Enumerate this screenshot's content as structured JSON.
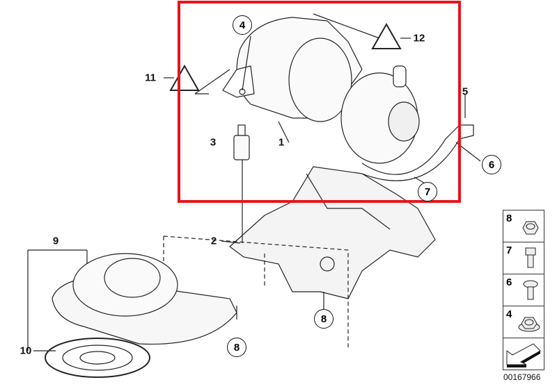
{
  "diagram": {
    "callouts": {
      "c1": "1",
      "c2": "2",
      "c3": "3",
      "c4": "4",
      "c5": "5",
      "c6": "6",
      "c7": "7",
      "c8a": "8",
      "c8b": "8",
      "c9": "9",
      "c10": "10",
      "c11": "11",
      "c12": "12"
    },
    "highlight_color": "#e8141b",
    "kit": [
      {
        "num": "8",
        "part": "hex-nut"
      },
      {
        "num": "7",
        "part": "flange-bolt"
      },
      {
        "num": "6",
        "part": "washer-bolt"
      },
      {
        "num": "4",
        "part": "flange-nut"
      }
    ],
    "document_number": "00167966"
  }
}
